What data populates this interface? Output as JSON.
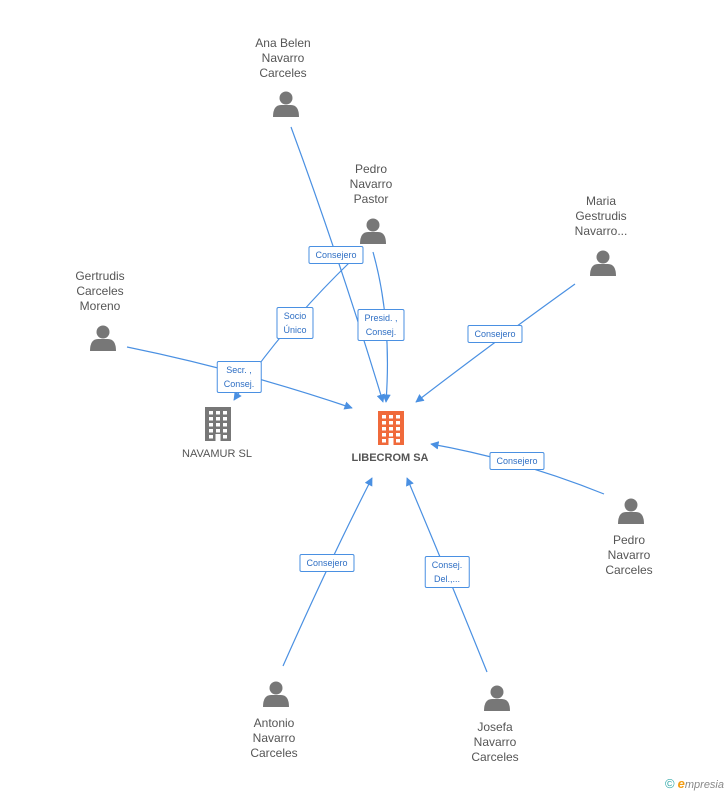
{
  "center": {
    "name": "LIBECROM SA"
  },
  "companies": [
    {
      "id": "navamur",
      "name": "NAVAMUR SL"
    }
  ],
  "people": [
    {
      "id": "ana",
      "name_lines": [
        "Ana Belen",
        "Navarro",
        "Carceles"
      ]
    },
    {
      "id": "pedro_pastor",
      "name_lines": [
        "Pedro",
        "Navarro",
        "Pastor"
      ]
    },
    {
      "id": "maria",
      "name_lines": [
        "Maria",
        "Gestrudis",
        "Navarro..."
      ]
    },
    {
      "id": "gertrudis",
      "name_lines": [
        "Gertrudis",
        "Carceles",
        "Moreno"
      ]
    },
    {
      "id": "pedro_carceles",
      "name_lines": [
        "Pedro",
        "Navarro",
        "Carceles"
      ]
    },
    {
      "id": "antonio",
      "name_lines": [
        "Antonio",
        "Navarro",
        "Carceles"
      ]
    },
    {
      "id": "josefa",
      "name_lines": [
        "Josefa",
        "Navarro",
        "Carceles"
      ]
    }
  ],
  "edges": [
    {
      "from": "ana",
      "to": "center",
      "label_lines": [
        "Consejero"
      ]
    },
    {
      "from": "pedro_pastor",
      "to": "center",
      "label_lines": [
        "Presid. ,",
        "Consej."
      ]
    },
    {
      "from": "pedro_pastor",
      "to": "navamur",
      "label_lines": [
        "Socio",
        "Único"
      ]
    },
    {
      "from": "maria",
      "to": "center",
      "label_lines": [
        "Consejero"
      ]
    },
    {
      "from": "gertrudis",
      "to": "center",
      "label_lines": [
        "Secr. ,",
        "Consej."
      ]
    },
    {
      "from": "pedro_carceles",
      "to": "center",
      "label_lines": [
        "Consejero"
      ]
    },
    {
      "from": "antonio",
      "to": "center",
      "label_lines": [
        "Consejero"
      ]
    },
    {
      "from": "josefa",
      "to": "center",
      "label_lines": [
        "Consej.",
        "Del.,..."
      ]
    }
  ],
  "footer": {
    "copyright": "©",
    "brand_initial": "e",
    "brand_rest": "mpresia"
  },
  "colors": {
    "edge": "#4a90e2",
    "person": "#777777",
    "company": "#777777",
    "center": "#f06a3b"
  },
  "icons": {
    "person": "person-icon",
    "company": "building-icon",
    "center": "building-icon"
  }
}
